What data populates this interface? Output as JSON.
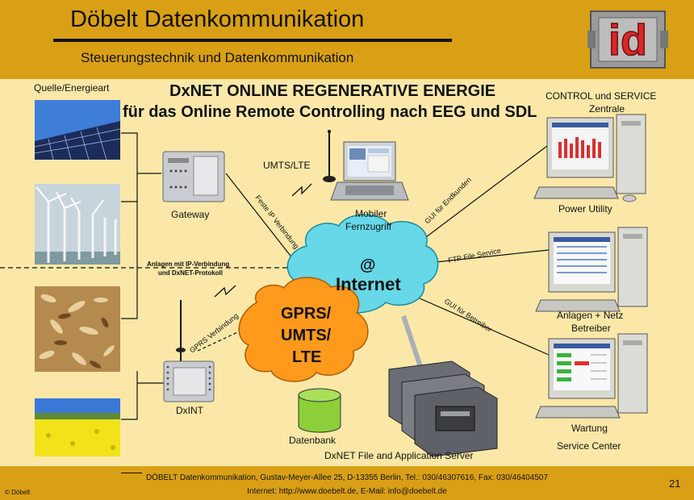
{
  "header": {
    "title": "Döbelt Datenkommunikation",
    "subtitle": "Steuerungstechnik und Datenkommunikation",
    "logo_text": "id"
  },
  "slide": {
    "title_line1": "DxNET ONLINE REGENERATIVE ENERGIE",
    "title_line2": "für das Online Remote Controlling nach EEG und SDL"
  },
  "left": {
    "heading": "Quelle/Energieart",
    "sources": [
      "solar-panels-photo",
      "wind-turbines-photo",
      "wood-chips-photo",
      "rapeseed-field-photo"
    ]
  },
  "nodes": {
    "gateway": "Gateway",
    "umts_lte": "UMTS/LTE",
    "mobile_line1": "Mobiler",
    "mobile_line2": "Fernzugriff",
    "internet_at": "@",
    "internet": "Internet",
    "gprs_line1": "GPRS/",
    "gprs_line2": "UMTS/",
    "gprs_line3": "LTE",
    "dxint": "DxINT",
    "database": "Datenbank",
    "server": "DxNET File and Application Server"
  },
  "links": {
    "feste_ip": "Feste IP Verbindung",
    "anlagen_line1": "Anlagen mit IP-Verbindung",
    "anlagen_line2": "und DxNET-Protokoll",
    "gprs_verbindung": "GPRS Verbindung",
    "gui_endkunden": "GUI für Endkunden",
    "ftp": "FTP File Service",
    "gui_betreiber": "GUI für Betreiber"
  },
  "right": {
    "heading_line1": "CONTROL und SERVICE",
    "heading_line2": "Zentrale",
    "power_utility": "Power Utility",
    "anlagen_netz_line1": "Anlagen + Netz",
    "anlagen_netz_line2": "Betreiber",
    "wartung": "Wartung",
    "service_center": "Service Center"
  },
  "footer": {
    "line1": "DÖBELT Datenkommunikation, Gustav-Meyer-Allee 25, D-13355 Berlin, Tel.: 030/46307616, Fax: 030/46404507",
    "line2": "Internet: http://www.doebelt.de, E-Mail: info@doebelt.de",
    "copyright": "© Döbelt",
    "page": "21"
  },
  "colors": {
    "header_bg": "#d9a016",
    "page_bg": "#fbe8a8",
    "internet_cloud": "#66d8e8",
    "gprs_cloud": "#ff9a1c",
    "database": "#8ccf3a",
    "logo_red": "#d82828"
  }
}
